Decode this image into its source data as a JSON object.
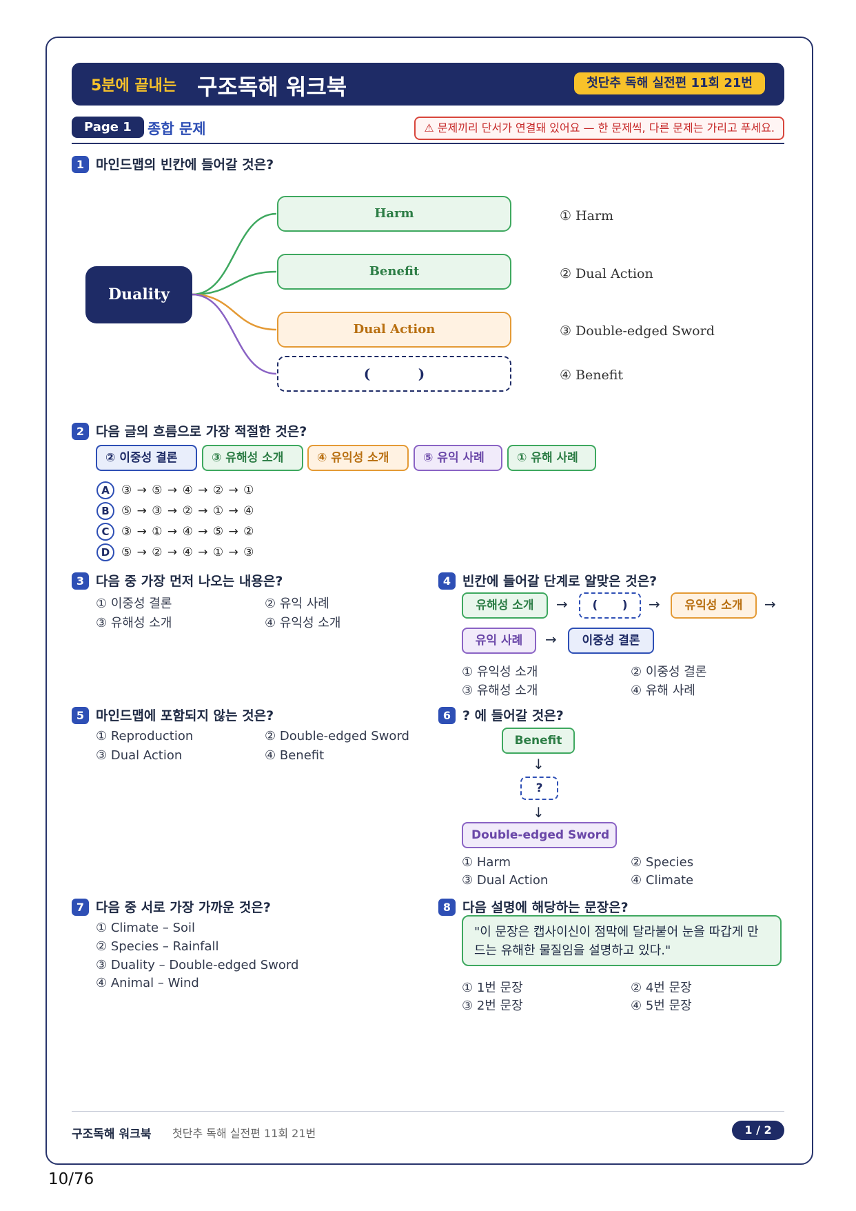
{
  "header": {
    "subtitle": "5분에 끝내는",
    "title": "구조독해 워크북",
    "badge": "첫단추 독해 실전편 11회 21번"
  },
  "pagebar": {
    "page_label": "Page 1",
    "section": "종합 문제",
    "warning": "⚠ 문제끼리 단서가 연결돼 있어요 — 한 문제씩, 다른 문제는 가리고 푸세요."
  },
  "q1": {
    "num": "1",
    "prompt": "마인드맵의 빈칸에 들어갈 것은?",
    "mindmap": {
      "root": "Duality",
      "branches": [
        "Harm",
        "Benefit",
        "Dual Action",
        "(          )"
      ],
      "branch_colors": [
        "#3ea85f",
        "#3ea85f",
        "#e49a35",
        "#8a63c4"
      ]
    },
    "options": [
      "① Harm",
      "② Dual Action",
      "③ Double-edged Sword",
      "④ Benefit"
    ]
  },
  "q2": {
    "num": "2",
    "prompt": "다음 글의 흐름으로 가장 적절한 것은?",
    "chips": [
      "② 이중성 결론",
      "③ 유해성 소개",
      "④ 유익성 소개",
      "⑤ 유익 사례",
      "① 유해 사례"
    ],
    "options": [
      {
        "label": "A",
        "seq": "③ → ⑤ → ④ → ② → ①"
      },
      {
        "label": "B",
        "seq": "⑤ → ③ → ② → ① → ④"
      },
      {
        "label": "C",
        "seq": "③ → ① → ④ → ⑤ → ②"
      },
      {
        "label": "D",
        "seq": "⑤ → ② → ④ → ① → ③"
      }
    ]
  },
  "q3": {
    "num": "3",
    "prompt": "다음 중 가장 먼저 나오는 내용은?",
    "options": [
      "① 이중성 결론",
      "② 유익 사례",
      "③ 유해성 소개",
      "④ 유익성 소개"
    ]
  },
  "q4": {
    "num": "4",
    "prompt": "빈칸에 들어갈 단계로 알맞은 것은?",
    "flow": [
      "유해성 소개",
      "(      )",
      "유익성 소개",
      "유익 사례",
      "이중성 결론"
    ],
    "arrow": "→",
    "options": [
      "① 유익성 소개",
      "② 이중성 결론",
      "③ 유해성 소개",
      "④ 유해 사례"
    ]
  },
  "q5": {
    "num": "5",
    "prompt": "마인드맵에 포함되지 않는 것은?",
    "options": [
      "① Reproduction",
      "② Double-edged Sword",
      "③ Dual Action",
      "④ Benefit"
    ]
  },
  "q6": {
    "num": "6",
    "prompt": "? 에 들어갈 것은?",
    "flow": [
      "Benefit",
      "?",
      "Double-edged Sword"
    ],
    "arrow": "↓",
    "options": [
      "① Harm",
      "② Species",
      "③ Dual Action",
      "④ Climate"
    ]
  },
  "q7": {
    "num": "7",
    "prompt": "다음 중 서로 가장 가까운 것은?",
    "options": [
      "① Climate – Soil",
      "② Species – Rainfall",
      "③ Duality – Double-edged Sword",
      "④ Animal – Wind"
    ]
  },
  "q8": {
    "num": "8",
    "prompt": "다음 설명에 해당하는 문장은?",
    "quote": "\"이 문장은 캡사이신이 점막에 달라붙어 눈을 따갑게 만드는 유해한 물질임을 설명하고 있다.\"",
    "options": [
      "① 1번 문장",
      "② 4번 문장",
      "③ 2번 문장",
      "④ 5번 문장"
    ]
  },
  "footer": {
    "title": "구조독해 워크북",
    "subtitle": "첫단추 독해 실전편 11회 21번",
    "page": "1 / 2"
  },
  "page_counter": "10/76",
  "colors": {
    "navy": "#1e2b66",
    "accent_blue": "#2e4fb5",
    "yellow": "#f8c22a",
    "green": "#3ea85f",
    "orange": "#e49a35",
    "purple": "#8a63c4",
    "warning_red": "#d8453b"
  }
}
